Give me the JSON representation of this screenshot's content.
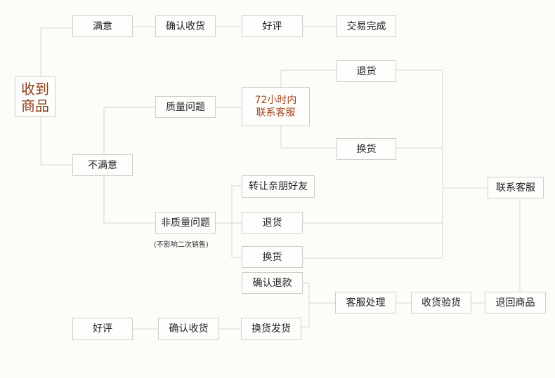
{
  "nodes": {
    "received_line1": "收到",
    "received_line2": "商品",
    "satisfied": "满意",
    "confirm_receipt_top": "确认收货",
    "good_review_top": "好评",
    "deal_done": "交易完成",
    "return_top": "退货",
    "quality_issue": "质量问题",
    "cs72_line1": "72小时内",
    "cs72_line2": "联系客服",
    "exchange_top": "换货",
    "unsatisfied": "不满意",
    "transfer_friend": "转让亲朋好友",
    "contact_cs": "联系客服",
    "non_quality_issue": "非质量问题",
    "non_quality_note": "(不影响二次销售)",
    "return_mid": "退货",
    "exchange_mid": "换货",
    "confirm_refund": "确认退款",
    "cs_handle": "客服处理",
    "receive_inspect": "收货验货",
    "return_goods": "退回商品",
    "good_review_bottom": "好评",
    "confirm_receipt_bottom": "确认收货",
    "exchange_ship": "换货发货"
  }
}
